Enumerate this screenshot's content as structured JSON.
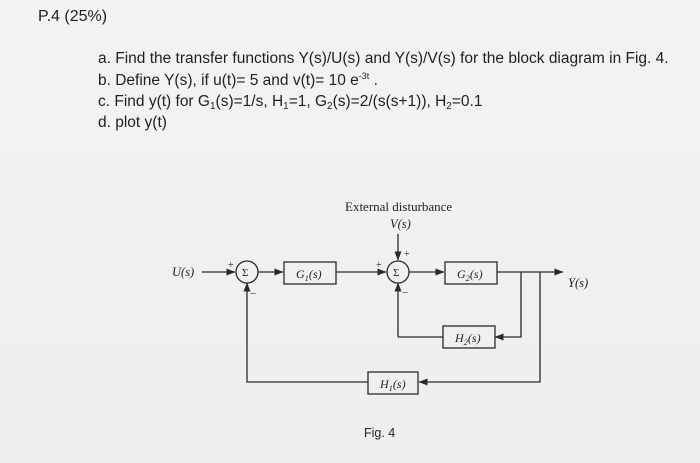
{
  "problem": {
    "title": "P.4 (25%)",
    "questions": {
      "a": "a. Find the transfer functions Y(s)/U(s) and  Y(s)/V(s) for the block diagram in Fig. 4.",
      "b_prefix": "b. Define Y(s), if u(t)= 5 and v(t)= 10 e",
      "b_exp": "-3t",
      "b_suffix": " .",
      "c_prefix": "c. Find y(t) for G",
      "c_g1_sub": "1",
      "c_g1_val": "(s)=1/s, H",
      "c_h1_sub": "1",
      "c_h1_val": "=1, G",
      "c_g2_sub": "2",
      "c_g2_val": "(s)=2/(s(s+1)), H",
      "c_h2_sub": "2",
      "c_h2_val": "=0.1",
      "d": "d. plot y(t)"
    }
  },
  "diagram": {
    "disturbance_label": "External disturbance",
    "disturbance_signal": "V(s)",
    "input_label": "U(s)",
    "output_label": "Y(s)",
    "sum_symbol": "Σ",
    "plus": "+",
    "minus": "−",
    "g1_label": "G",
    "g1_sub": "1",
    "g2_label": "G",
    "g2_sub": "2",
    "h1_label": "H",
    "h1_sub": "1",
    "h2_label": "H",
    "h2_sub": "2",
    "s_arg": "(s)",
    "fig_caption": "Fig. 4"
  }
}
